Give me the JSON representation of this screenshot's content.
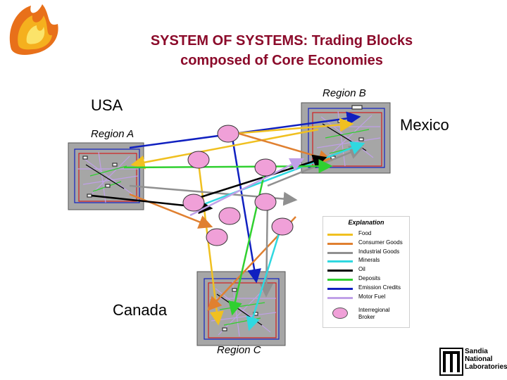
{
  "title_line1": "SYSTEM OF SYSTEMS: Trading Blocks",
  "title_line2": "composed of Core Economies",
  "labels": {
    "usa": "USA",
    "mexico": "Mexico",
    "canada": "Canada",
    "region_a": "Region A",
    "region_b": "Region B",
    "region_c": "Region C"
  },
  "legend": {
    "title": "Explanation",
    "items": [
      {
        "label": "Food",
        "color": "#f0c020"
      },
      {
        "label": "Consumer Goods",
        "color": "#e08030"
      },
      {
        "label": "Industrial Goods",
        "color": "#909090"
      },
      {
        "label": "Minerals",
        "color": "#30d8e0"
      },
      {
        "label": "Oil",
        "color": "#000000"
      },
      {
        "label": "Deposits",
        "color": "#30d030"
      },
      {
        "label": "Emission Credits",
        "color": "#1020c0"
      },
      {
        "label": "Motor Fuel",
        "color": "#c0a0e8"
      }
    ],
    "broker_label": "Interregional Broker",
    "broker_color": "#f0a0d8"
  },
  "logo": {
    "org_line1": "Sandia",
    "org_line2": "National",
    "org_line3": "Laboratories"
  }
}
